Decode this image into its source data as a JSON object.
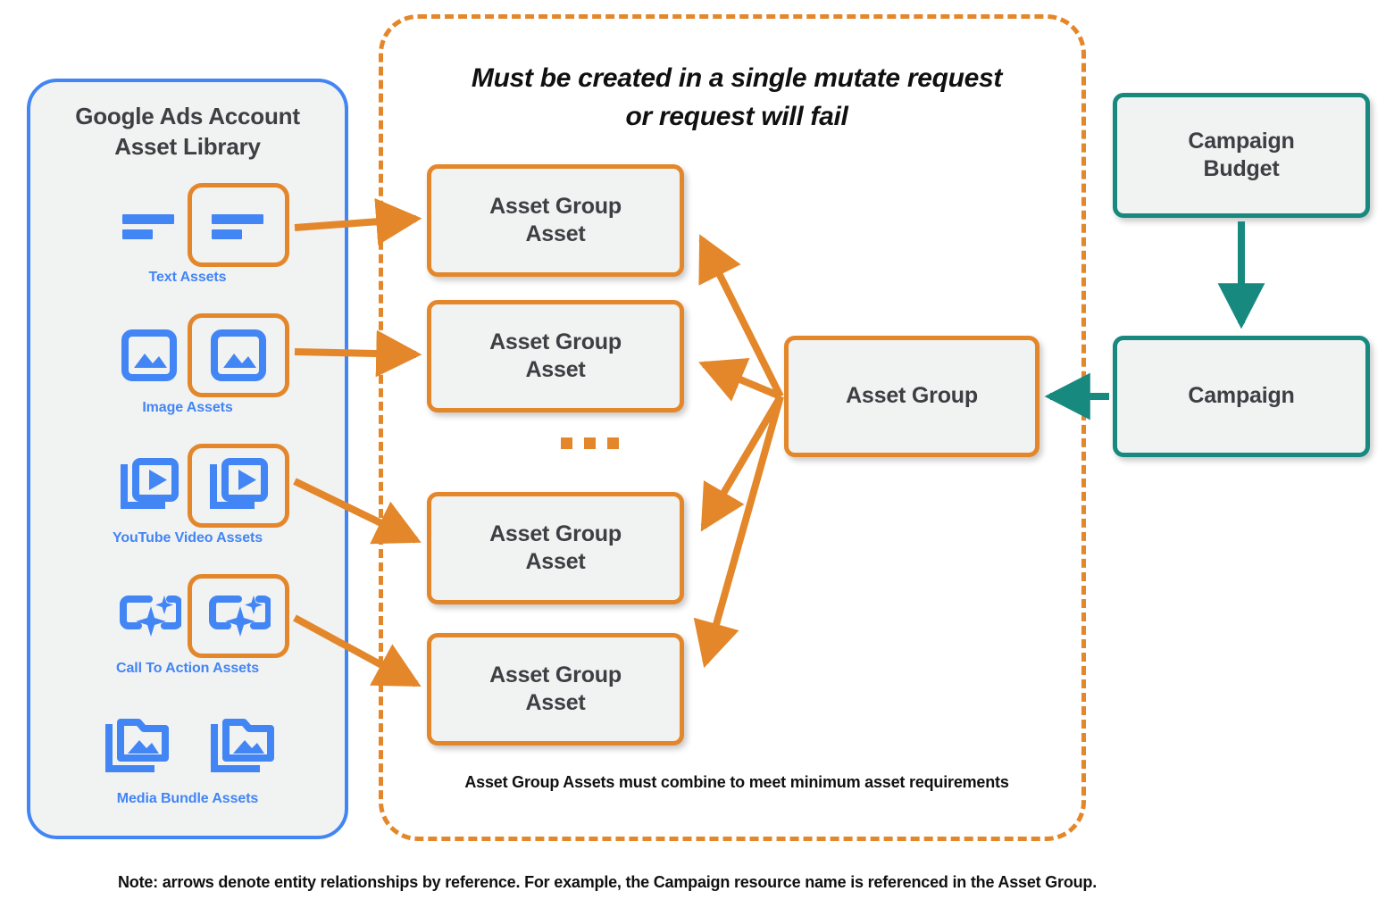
{
  "library": {
    "title_line1": "Google Ads Account",
    "title_line2": "Asset Library",
    "border_color": "#4285F4",
    "fill_color": "#F1F2F2",
    "items": [
      {
        "caption": "Text Assets",
        "icon": "text-lines-icon",
        "highlighted": true
      },
      {
        "caption": "Image Assets",
        "icon": "image-icon",
        "highlighted": true
      },
      {
        "caption": "YouTube Video  Assets",
        "icon": "video-stack-icon",
        "highlighted": true
      },
      {
        "caption": "Call To Action Assets",
        "icon": "call-to-action-sparkle-icon",
        "highlighted": true
      },
      {
        "caption": "Media Bundle  Assets",
        "icon": "media-bundle-folder-icon",
        "highlighted": false
      }
    ]
  },
  "mutate_container": {
    "heading_line1": "Must be created in a single mutate request",
    "heading_line2": "or request will fail",
    "footnote": "Asset Group Assets must combine to meet minimum asset requirements",
    "border_color": "#E3872A",
    "border_style": "dashed",
    "ellipsis_dots": 3
  },
  "nodes": {
    "asset_group_assets": [
      {
        "line1": "Asset Group",
        "line2": "Asset"
      },
      {
        "line1": "Asset Group",
        "line2": "Asset"
      },
      {
        "line1": "Asset Group",
        "line2": "Asset"
      },
      {
        "line1": "Asset Group",
        "line2": "Asset"
      }
    ],
    "asset_group": {
      "label": "Asset Group",
      "color": "#E3872A"
    },
    "campaign_budget": {
      "line1": "Campaign",
      "line2": "Budget",
      "color": "#17897E"
    },
    "campaign": {
      "label": "Campaign",
      "color": "#17897E"
    }
  },
  "note": "Note: arrows denote entity relationships by reference. For example, the Campaign resource name is referenced in the Asset Group.",
  "colors": {
    "orange": "#E3872A",
    "teal": "#17897E",
    "blue": "#4285F4",
    "node_fill": "#F1F2F2",
    "text_dark": "#3C4043"
  }
}
